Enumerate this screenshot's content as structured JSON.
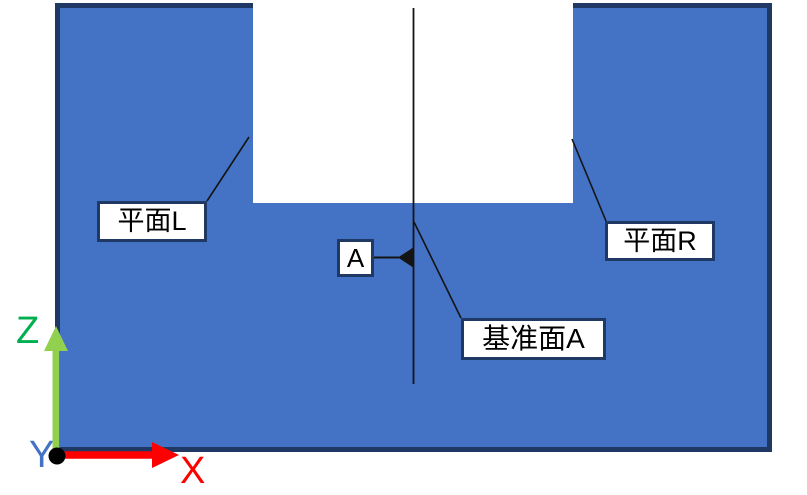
{
  "diagram": {
    "description": "U-shaped block section with datum centerline and plane callouts",
    "shape": {
      "fill_color": "#4472C4",
      "outline_color": "#1F3864"
    },
    "lines": {
      "color": "#141414"
    },
    "callouts": {
      "plane_l": "平面L",
      "plane_r": "平面R",
      "datum_face": "基准面A",
      "datum_letter": "A"
    },
    "axes": {
      "x_label": "X",
      "y_label": "Y",
      "z_label": "Z",
      "x_color": "#FF0000",
      "y_color": "#4472C4",
      "z_label_color": "#00B050",
      "z_arrow_color": "#92D050",
      "origin_dot_color": "#000000"
    }
  }
}
